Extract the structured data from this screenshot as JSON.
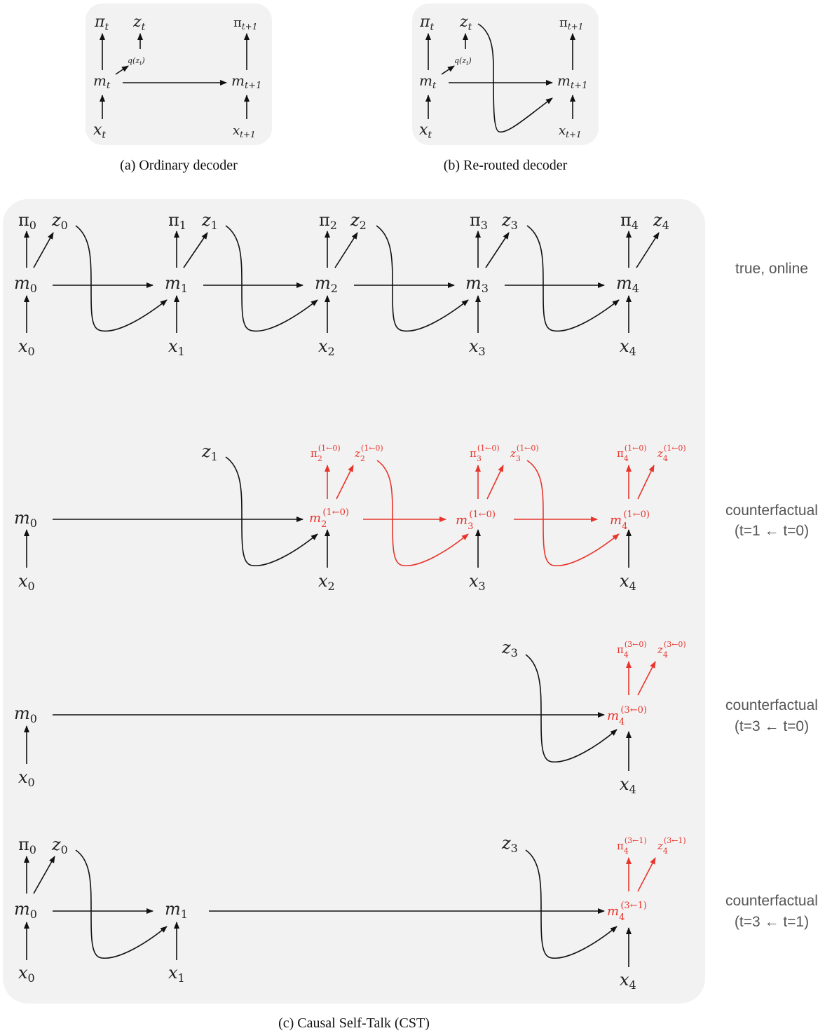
{
  "figure": {
    "panel_a": {
      "caption": "(a)  Ordinary decoder",
      "nodes": {
        "pi_t": "π",
        "pi_t_sub": "t",
        "z_t": "z",
        "z_t_sub": "t",
        "q": "q(z",
        "q_sub": "t",
        "q_close": ")",
        "pi_t1": "π",
        "pi_t1_sub": "t+1",
        "m_t": "m",
        "m_t_sub": "t",
        "m_t1": "m",
        "m_t1_sub": "t+1",
        "x_t": "x",
        "x_t_sub": "t",
        "x_t1": "x",
        "x_t1_sub": "t+1"
      }
    },
    "panel_b": {
      "caption": "(b)  Re-routed decoder",
      "nodes": {
        "pi_t": "π",
        "pi_t_sub": "t",
        "z_t": "z",
        "z_t_sub": "t",
        "q": "q(z",
        "q_sub": "t",
        "q_close": ")",
        "pi_t1": "π",
        "pi_t1_sub": "t+1",
        "m_t": "m",
        "m_t_sub": "t",
        "m_t1": "m",
        "m_t1_sub": "t+1",
        "x_t": "x",
        "x_t_sub": "t",
        "x_t1": "x",
        "x_t1_sub": "t+1"
      }
    },
    "panel_c": {
      "caption": "(c)  Causal Self-Talk (CST)",
      "rows": [
        {
          "label_line1": "true, online",
          "label_line2": ""
        },
        {
          "label_line1": "counterfactual",
          "label_line2": "(t=1 ← t=0)"
        },
        {
          "label_line1": "counterfactual",
          "label_line2": "(t=3 ← t=0)"
        },
        {
          "label_line1": "counterfactual",
          "label_line2": "(t=3 ← t=1)"
        }
      ],
      "symbols": {
        "pi": "π",
        "z": "z",
        "m": "m",
        "x": "x"
      },
      "indices": [
        "0",
        "1",
        "2",
        "3",
        "4"
      ],
      "sup_1_0": "(1←0)",
      "sup_3_0": "(3←0)",
      "sup_3_1": "(3←1)"
    },
    "colors": {
      "panel_bg": "#f2f2f2",
      "edge": "#111111",
      "counterfactual": "#e8352c",
      "label": "#555555"
    }
  }
}
